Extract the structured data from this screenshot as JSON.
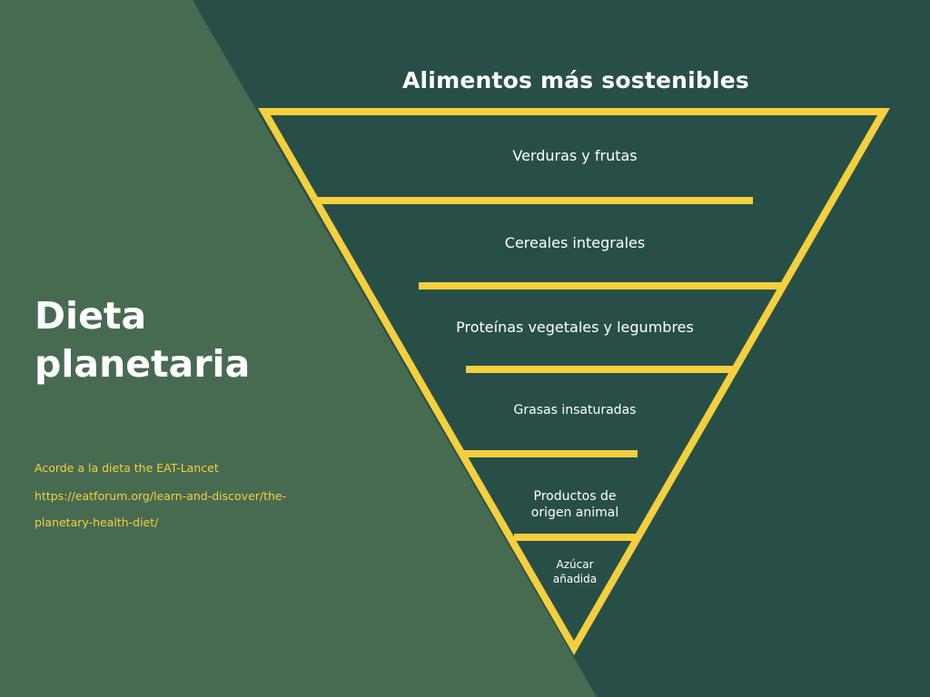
{
  "colors": {
    "background_dark": "#274f47",
    "background_light": "#476b51",
    "accent_yellow": "#f5cf3e",
    "text": "#ffffff"
  },
  "page_title": [
    "Dieta",
    "planetaria"
  ],
  "source": {
    "line1": "Acorde a la dieta the EAT-Lancet",
    "line2": "https://eatforum.org/learn-and-discover/the-",
    "line3": "planetary-health-diet/"
  },
  "pyramid": {
    "title": "Alimentos más sostenibles",
    "tiers": [
      {
        "lines": [
          "Verduras y frutas"
        ]
      },
      {
        "lines": [
          "Cereales integrales"
        ]
      },
      {
        "lines": [
          "Proteínas vegetales y legumbres"
        ]
      },
      {
        "lines": [
          "Grasas insaturadas"
        ]
      },
      {
        "lines": [
          "Productos de",
          "origen animal"
        ]
      },
      {
        "lines": [
          "Azúcar",
          "añadida"
        ]
      }
    ]
  }
}
